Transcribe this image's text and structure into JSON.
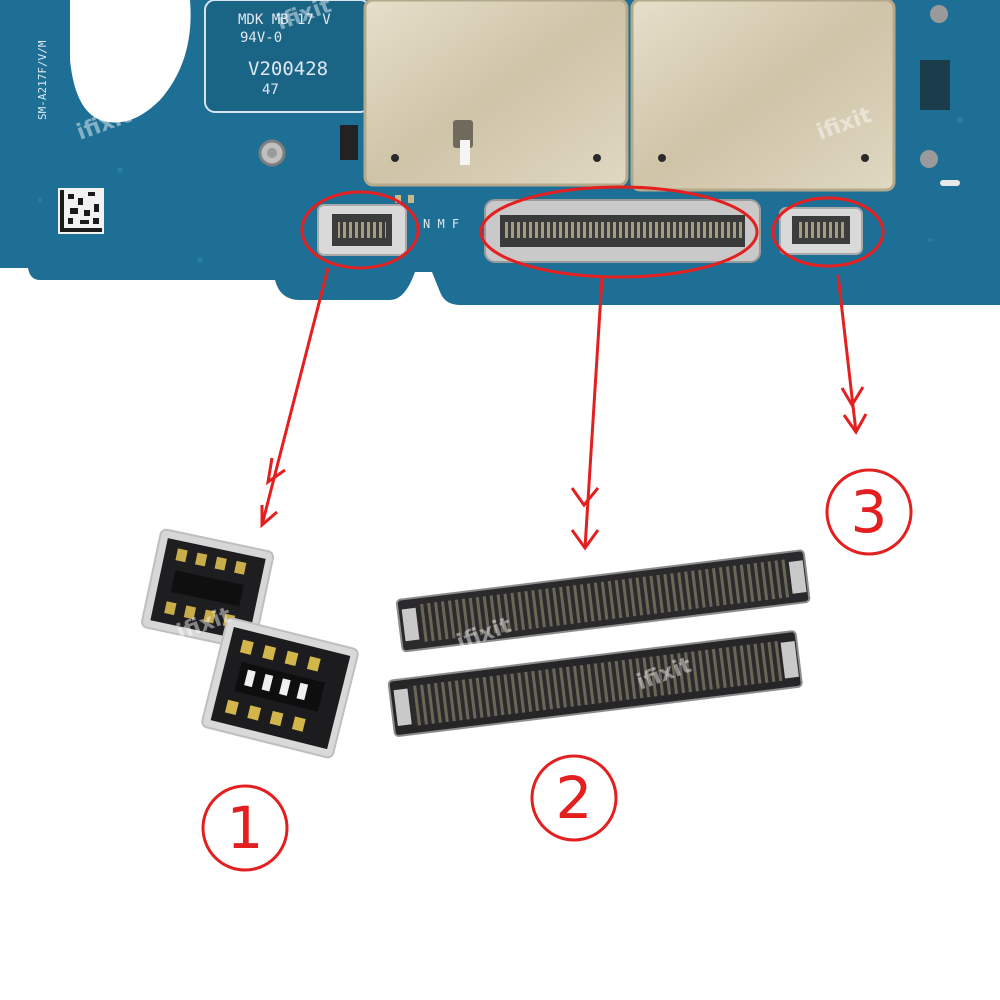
{
  "board": {
    "silkscreen": {
      "line1": "MDK MB-17 V",
      "line2": "94V-0",
      "line3": "V200428",
      "line4": "47",
      "model": "SM-A217F/V/M",
      "nmf": "N M F"
    },
    "watermark": "ifixit"
  },
  "callouts": {
    "label1": "1",
    "label2": "2",
    "label3": "3"
  },
  "colors": {
    "pcb": "#1d6f95",
    "shield": "#d8cfb8",
    "marker": "#e41f1f"
  }
}
